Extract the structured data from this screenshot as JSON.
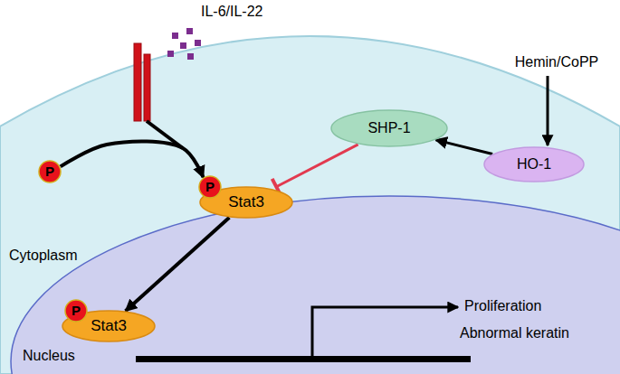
{
  "diagram": {
    "nodes": [
      {
        "text": [
          "Cytoplasm"
        ]
      },
      {
        "text": [
          "SHP-1"
        ],
        "in": 0
      },
      {
        "text": [
          "HO-1"
        ],
        "in": 0
      },
      {
        "text": [
          "P"
        ],
        "in": 0
      },
      {
        "text": [
          "P"
        ],
        "in": 0
      },
      {
        "text": [
          "Stat3"
        ],
        "in": 0
      },
      {
        "text": [
          "Nucleus"
        ],
        "in": 0
      },
      {
        "text": [
          "P"
        ],
        "in": 6
      },
      {
        "text": [
          "Stat3"
        ],
        "in": 6
      }
    ],
    "edges": [
      {
        "from": 3,
        "to": 4,
        "arrow": "to"
      },
      {
        "from": 2,
        "to": 1,
        "arrow": "to"
      },
      {
        "from": 1,
        "to": 5,
        "arrow": "to"
      },
      {
        "from": 5,
        "to": 8,
        "arrow": "to"
      }
    ],
    "labels": [
      "IL-6/IL-22",
      "Hemin/CoPP",
      "Proliferation",
      "Abnormal keratin"
    ]
  }
}
